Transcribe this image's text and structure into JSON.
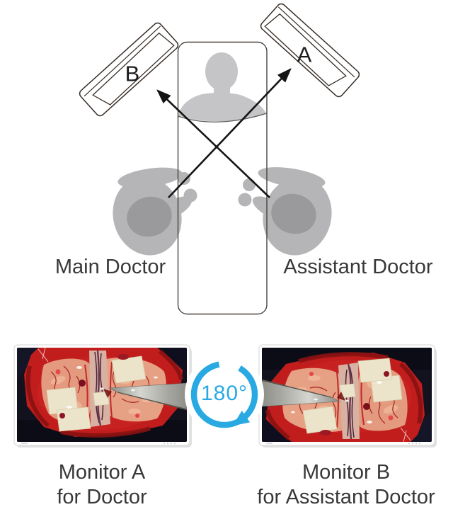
{
  "diagram": {
    "monitor_a_label": "A",
    "monitor_b_label": "B",
    "main_doctor_label": "Main Doctor",
    "assistant_doctor_label": "Assistant Doctor"
  },
  "rotation_badge": {
    "label": "180°",
    "icon": "rotation-180-clockwise-arrow"
  },
  "captions": {
    "monitor_a": {
      "line1": "Monitor A",
      "line2": "for Doctor"
    },
    "monitor_b": {
      "line1": "Monitor B",
      "line2": "for Assistant Doctor"
    }
  },
  "colors": {
    "accent_cyan": "#29A9E2",
    "silhouette_body": "#b5b5b7",
    "silhouette_head": "#9a9a9c",
    "patient_gray": "#c5c5c7",
    "label_text": "#383838",
    "line_black": "#141414"
  }
}
